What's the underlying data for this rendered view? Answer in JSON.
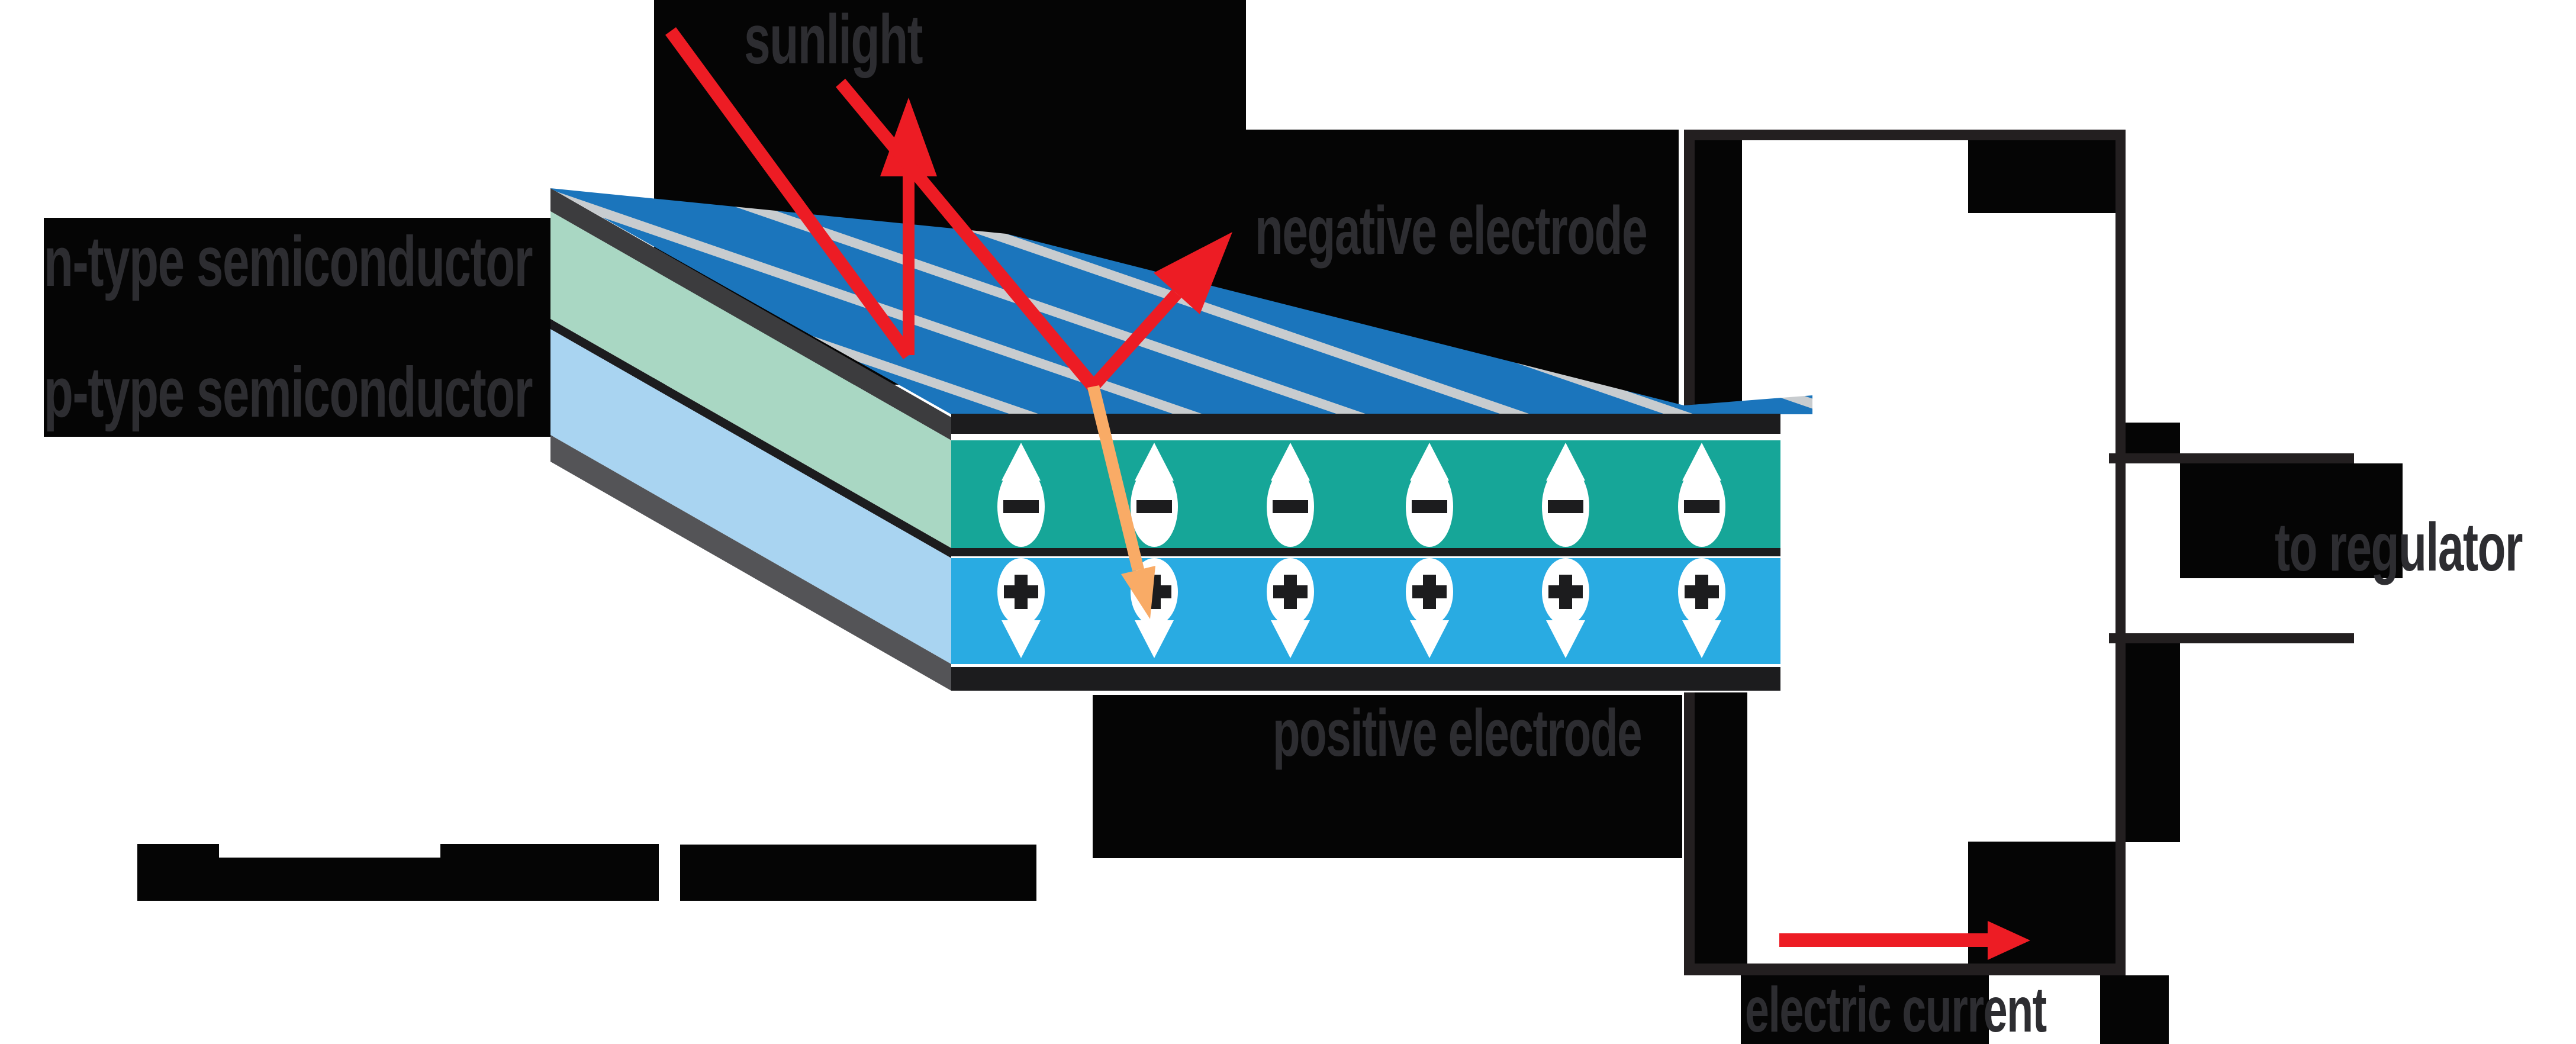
{
  "diagram": {
    "type": "solar photovoltaic cell cutaway diagram with external circuit",
    "labels": {
      "sunlight": "sunlight",
      "n_type": "n-type semiconductor",
      "p_type": "p-type semiconductor",
      "negative_electrode": "negative electrode",
      "positive_electrode": "positive electrode",
      "to_regulator": "to regulator",
      "electric_current": "electric current"
    },
    "charges": {
      "electron_symbol": "−",
      "electron_count": 6,
      "hole_symbol": "+",
      "hole_count": 6,
      "electron_motion": "upward arrows in n-type layer",
      "hole_motion": "downward arrows in p-type layer"
    },
    "rays": {
      "incoming_sunlight_rays": 2,
      "reflected_rays": 2,
      "absorbed_ray": 1,
      "current_direction_arrow": "rightward along bottom wire"
    },
    "colors": {
      "panel_face_blue": "#1b75bc",
      "panel_stripe_gray": "#c8cccf",
      "n_layer_teal": "#16a698",
      "p_layer_cyan": "#29abe2",
      "n_side_green": "#a9d7c3",
      "p_side_lightblue": "#a9d4f1",
      "electrode_black": "#1c1c1e",
      "wire_black": "#231f20",
      "ray_red": "#ed1c24",
      "absorbed_orange": "#f9ab66",
      "label_gray": "#2d2d31",
      "artifact_black": "#050505"
    }
  }
}
